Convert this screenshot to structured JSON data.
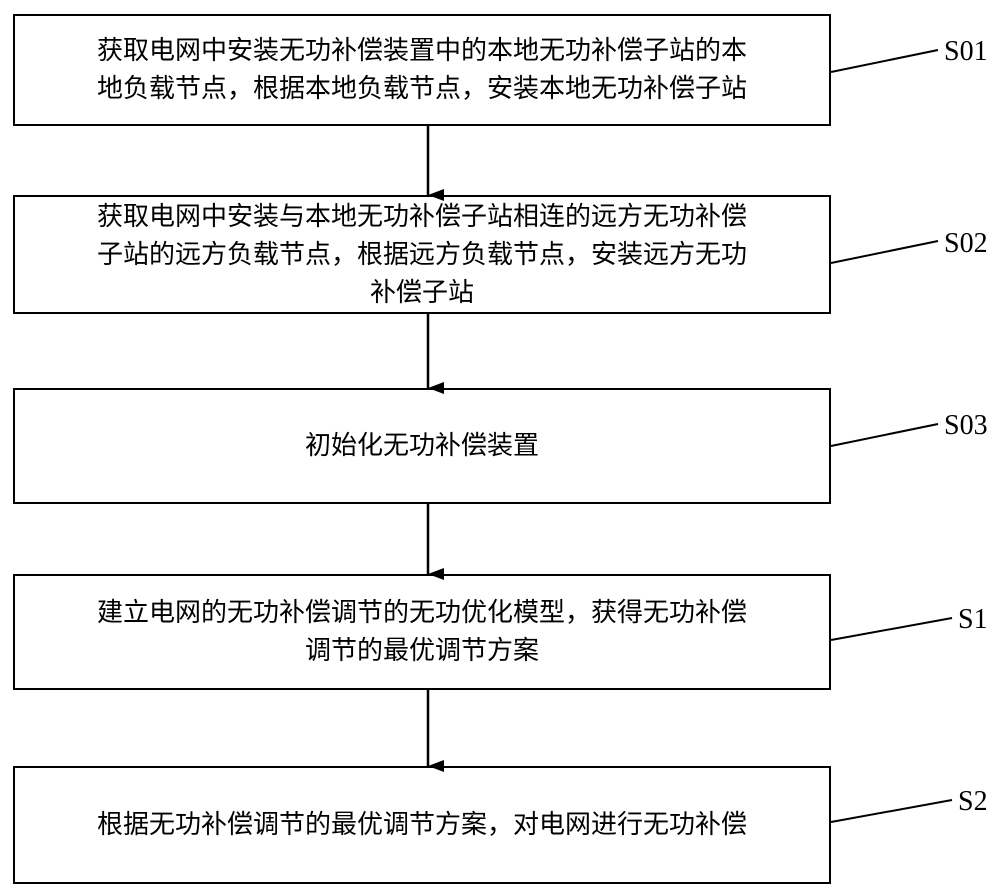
{
  "steps": [
    {
      "id": "S01",
      "lines": [
        "获取电网中安装无功补偿装置中的本地无功补偿子站的本",
        "地负载节点，根据本地负载节点，安装本地无功补偿子站"
      ]
    },
    {
      "id": "S02",
      "lines": [
        "获取电网中安装与本地无功补偿子站相连的远方无功补偿",
        "子站的远方负载节点，根据远方负载节点，安装远方无功",
        "补偿子站"
      ]
    },
    {
      "id": "S03",
      "lines": [
        "初始化无功补偿装置"
      ]
    },
    {
      "id": "S1",
      "lines": [
        "建立电网的无功补偿调节的无功优化模型，获得无功补偿",
        "调节的最优调节方案"
      ]
    },
    {
      "id": "S2",
      "lines": [
        "根据无功补偿调节的最优调节方案，对电网进行无功补偿"
      ]
    }
  ]
}
